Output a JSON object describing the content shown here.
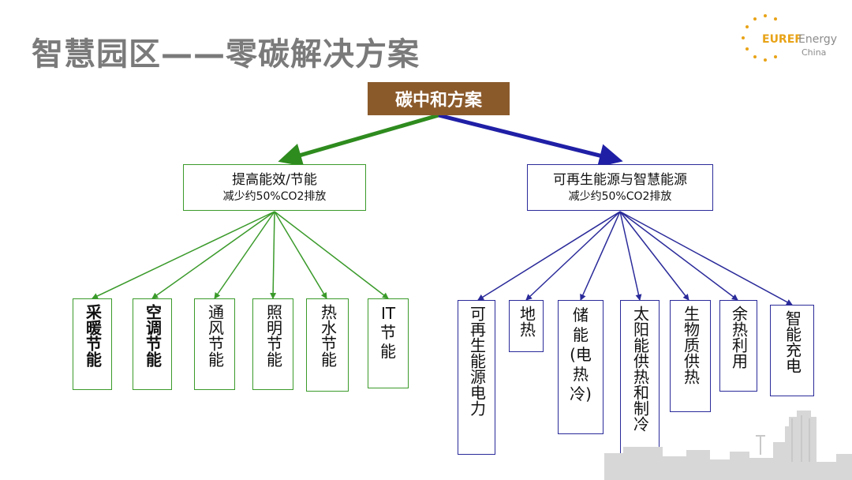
{
  "title": "智慧园区——零碳解决方案",
  "logo": {
    "brand": "EUREF",
    "word": "Energy",
    "region": "China"
  },
  "colors": {
    "root": "#8b5a2b",
    "green": "#3a9a2a",
    "blue": "#2a2a9a",
    "title": "#7a7a7a",
    "logo_orange": "#e8a317"
  },
  "diagram": {
    "root": "碳中和方案",
    "branches": [
      {
        "title": "提高能效/节能",
        "subtitle": "减少约50%CO2排放"
      },
      {
        "title": "可再生能源与智慧能源",
        "subtitle": "减少约50%CO2排放"
      }
    ],
    "left_leaves": [
      "采暖节能",
      "空调节能",
      "通风节能",
      "照明节能",
      "热水节能",
      "IT节能"
    ],
    "right_leaves": [
      "可再生能源电力",
      "地热",
      "储能(电热冷)",
      "太阳能供热和制冷",
      "生物质供热",
      "余热利用",
      "智能充电"
    ]
  }
}
